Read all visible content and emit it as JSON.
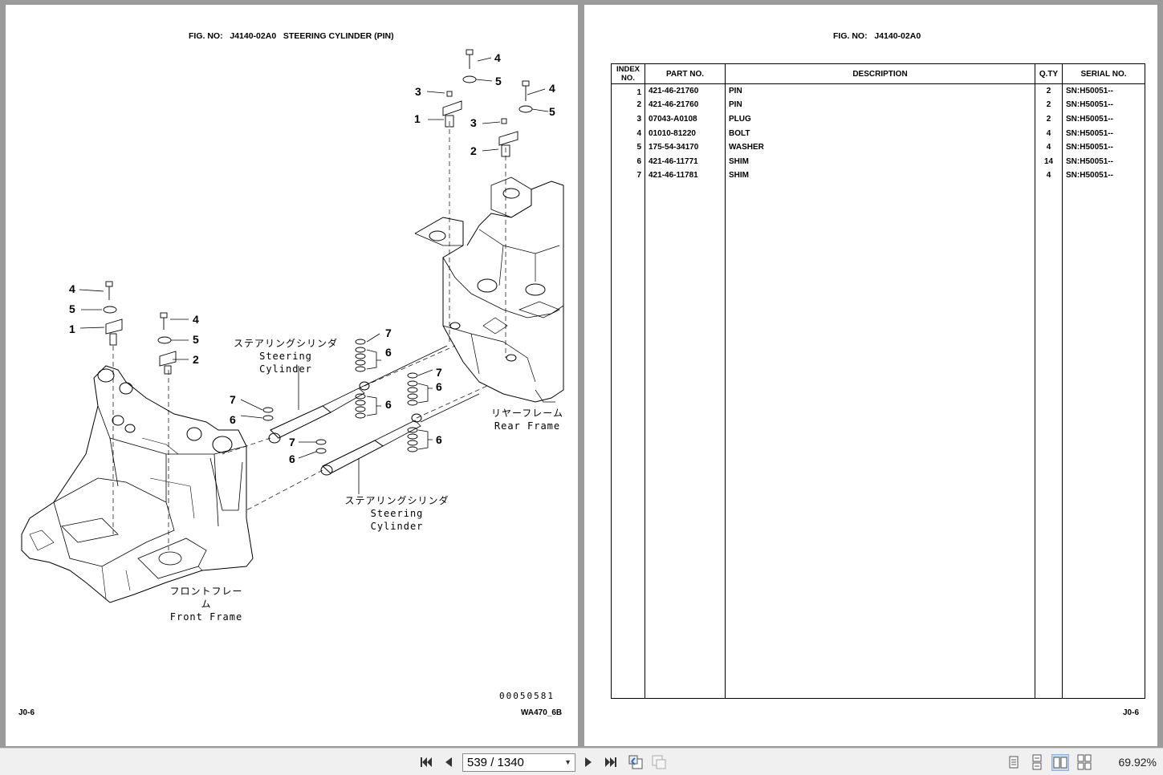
{
  "left_page": {
    "title_fig": "FIG. NO:",
    "title_num": "J4140-02A0",
    "title_name": "STEERING CYLINDER (PIN)",
    "footer_left": "J0-6",
    "footer_right": "WA470_6B",
    "drawing_number": "00050581",
    "labels": {
      "steering_cylinder_jp": "ステアリングシリンダ",
      "steering_cylinder_en": "Steering Cylinder",
      "rear_frame_jp": "リヤーフレーム",
      "rear_frame_en": "Rear Frame",
      "front_frame_jp": "フロントフレーム",
      "front_frame_en": "Front Frame"
    },
    "callouts": [
      "1",
      "2",
      "3",
      "4",
      "5",
      "6",
      "7"
    ]
  },
  "right_page": {
    "title_fig": "FIG. NO:",
    "title_num": "J4140-02A0",
    "footer_right": "J0-6",
    "table": {
      "headers": [
        "INDEX NO.",
        "PART NO.",
        "DESCRIPTION",
        "Q.TY",
        "SERIAL NO."
      ],
      "rows": [
        {
          "index": "1",
          "part_no": "421-46-21760",
          "description": "PIN",
          "qty": "2",
          "serial": "SN:H50051--"
        },
        {
          "index": "2",
          "part_no": "421-46-21760",
          "description": "PIN",
          "qty": "2",
          "serial": "SN:H50051--"
        },
        {
          "index": "3",
          "part_no": "07043-A0108",
          "description": "PLUG",
          "qty": "2",
          "serial": "SN:H50051--"
        },
        {
          "index": "4",
          "part_no": "01010-81220",
          "description": "BOLT",
          "qty": "4",
          "serial": "SN:H50051--"
        },
        {
          "index": "5",
          "part_no": "175-54-34170",
          "description": "WASHER",
          "qty": "4",
          "serial": "SN:H50051--"
        },
        {
          "index": "6",
          "part_no": "421-46-11771",
          "description": "SHIM",
          "qty": "14",
          "serial": "SN:H50051--"
        },
        {
          "index": "7",
          "part_no": "421-46-11781",
          "description": "SHIM",
          "qty": "4",
          "serial": "SN:H50051--"
        }
      ]
    }
  },
  "toolbar": {
    "page_indicator": "539 / 1340",
    "zoom": "69.92%",
    "icons": [
      "first-page-icon",
      "previous-page-icon",
      "next-page-icon",
      "last-page-icon",
      "previous-view-icon",
      "next-view-icon",
      "single-page-view-icon",
      "continuous-view-icon",
      "facing-view-icon",
      "continuous-facing-view-icon"
    ]
  }
}
